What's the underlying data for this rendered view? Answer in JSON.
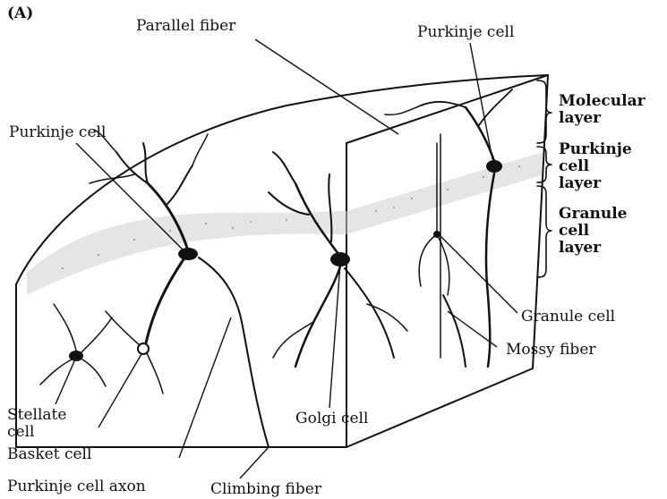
{
  "figure": {
    "panel_label": "(A)",
    "labels": {
      "parallel_fiber": "Parallel fiber",
      "purkinje_cell_top": "Purkinje cell",
      "purkinje_cell_left": "Purkinje cell",
      "molecular_layer_1": "Molecular",
      "molecular_layer_2": "layer",
      "purkinje_layer_1": "Purkinje",
      "purkinje_layer_2": "cell",
      "purkinje_layer_3": "layer",
      "granule_layer_1": "Granule",
      "granule_layer_2": "cell",
      "granule_layer_3": "layer",
      "granule_cell": "Granule cell",
      "mossy_fiber": "Mossy fiber",
      "golgi_cell": "Golgi cell",
      "stellate_cell_1": "Stellate",
      "stellate_cell_2": "cell",
      "basket_cell": "Basket cell",
      "purkinje_cell_axon": "Purkinje cell axon",
      "climbing_fiber": "Climbing fiber"
    },
    "colors": {
      "ink": "#111111",
      "background": "#ffffff",
      "stipple": "#8a8a8a"
    }
  }
}
